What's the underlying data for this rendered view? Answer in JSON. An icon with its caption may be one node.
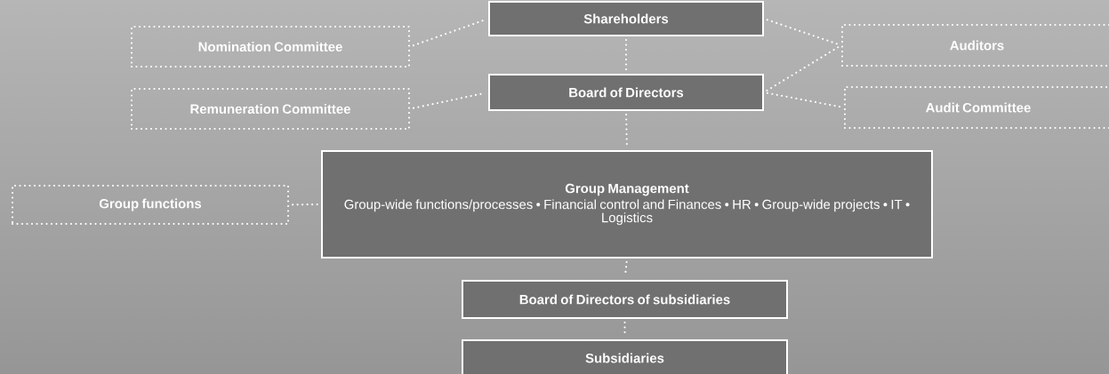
{
  "diagram": {
    "nodes": [
      {
        "text": [
          "Shareholders"
        ]
      },
      {
        "text": [
          "Nomination Committee"
        ]
      },
      {
        "text": [
          "Auditors"
        ]
      },
      {
        "text": [
          "Board of Directors"
        ]
      },
      {
        "text": [
          "Remuneration Committee"
        ]
      },
      {
        "text": [
          "Audit Committee"
        ]
      },
      {
        "text": [
          "Group Management",
          "Group-wide functions/processes • Financial control and Finances • HR • Group-wide projects • IT • Logistics"
        ]
      },
      {
        "text": [
          "Group functions"
        ]
      },
      {
        "text": [
          "Board of Directors of subsidiaries"
        ]
      },
      {
        "text": [
          "Subsidiaries"
        ]
      }
    ],
    "edges": [
      {
        "from": 1,
        "to": 0,
        "arrow": "none"
      },
      {
        "from": 0,
        "to": 3,
        "arrow": "none"
      },
      {
        "from": 0,
        "to": 2,
        "arrow": "none"
      },
      {
        "from": 3,
        "to": 2,
        "arrow": "none"
      },
      {
        "from": 4,
        "to": 3,
        "arrow": "none"
      },
      {
        "from": 3,
        "to": 5,
        "arrow": "none"
      },
      {
        "from": 3,
        "to": 6,
        "arrow": "none"
      },
      {
        "from": 7,
        "to": 6,
        "arrow": "none"
      },
      {
        "from": 6,
        "to": 8,
        "arrow": "none"
      },
      {
        "from": 8,
        "to": 9,
        "arrow": "none"
      }
    ]
  }
}
